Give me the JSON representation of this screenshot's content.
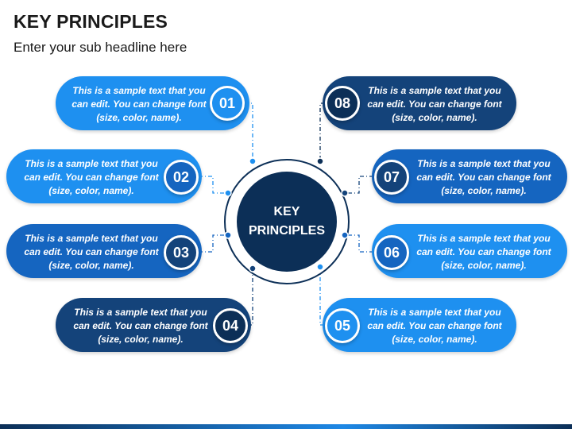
{
  "title": "KEY PRINCIPLES",
  "subtitle": "Enter your sub headline here",
  "center": {
    "line1": "KEY",
    "line2": "PRINCIPLES"
  },
  "colors": {
    "light": "#1e90f0",
    "mid": "#1565c0",
    "dark": "#14437a",
    "navy": "#0c2f57"
  },
  "items": [
    {
      "num": "01",
      "text": "This is a sample text that you can edit. You can change font (size, color, name)."
    },
    {
      "num": "02",
      "text": "This is a sample text that you can edit. You can change font (size, color, name)."
    },
    {
      "num": "03",
      "text": "This is a sample text that you can edit. You can change font (size, color, name)."
    },
    {
      "num": "04",
      "text": "This is a sample text that you can edit. You can change font (size, color, name)."
    },
    {
      "num": "05",
      "text": "This is a sample text that you can edit. You can change font (size, color, name)."
    },
    {
      "num": "06",
      "text": "This is a sample text that you can edit. You can change font (size, color, name)."
    },
    {
      "num": "07",
      "text": "This is a sample text that you can edit. You can change font (size, color, name)."
    },
    {
      "num": "08",
      "text": "This is a sample text that you can edit. You can change font (size, color, name)."
    }
  ]
}
